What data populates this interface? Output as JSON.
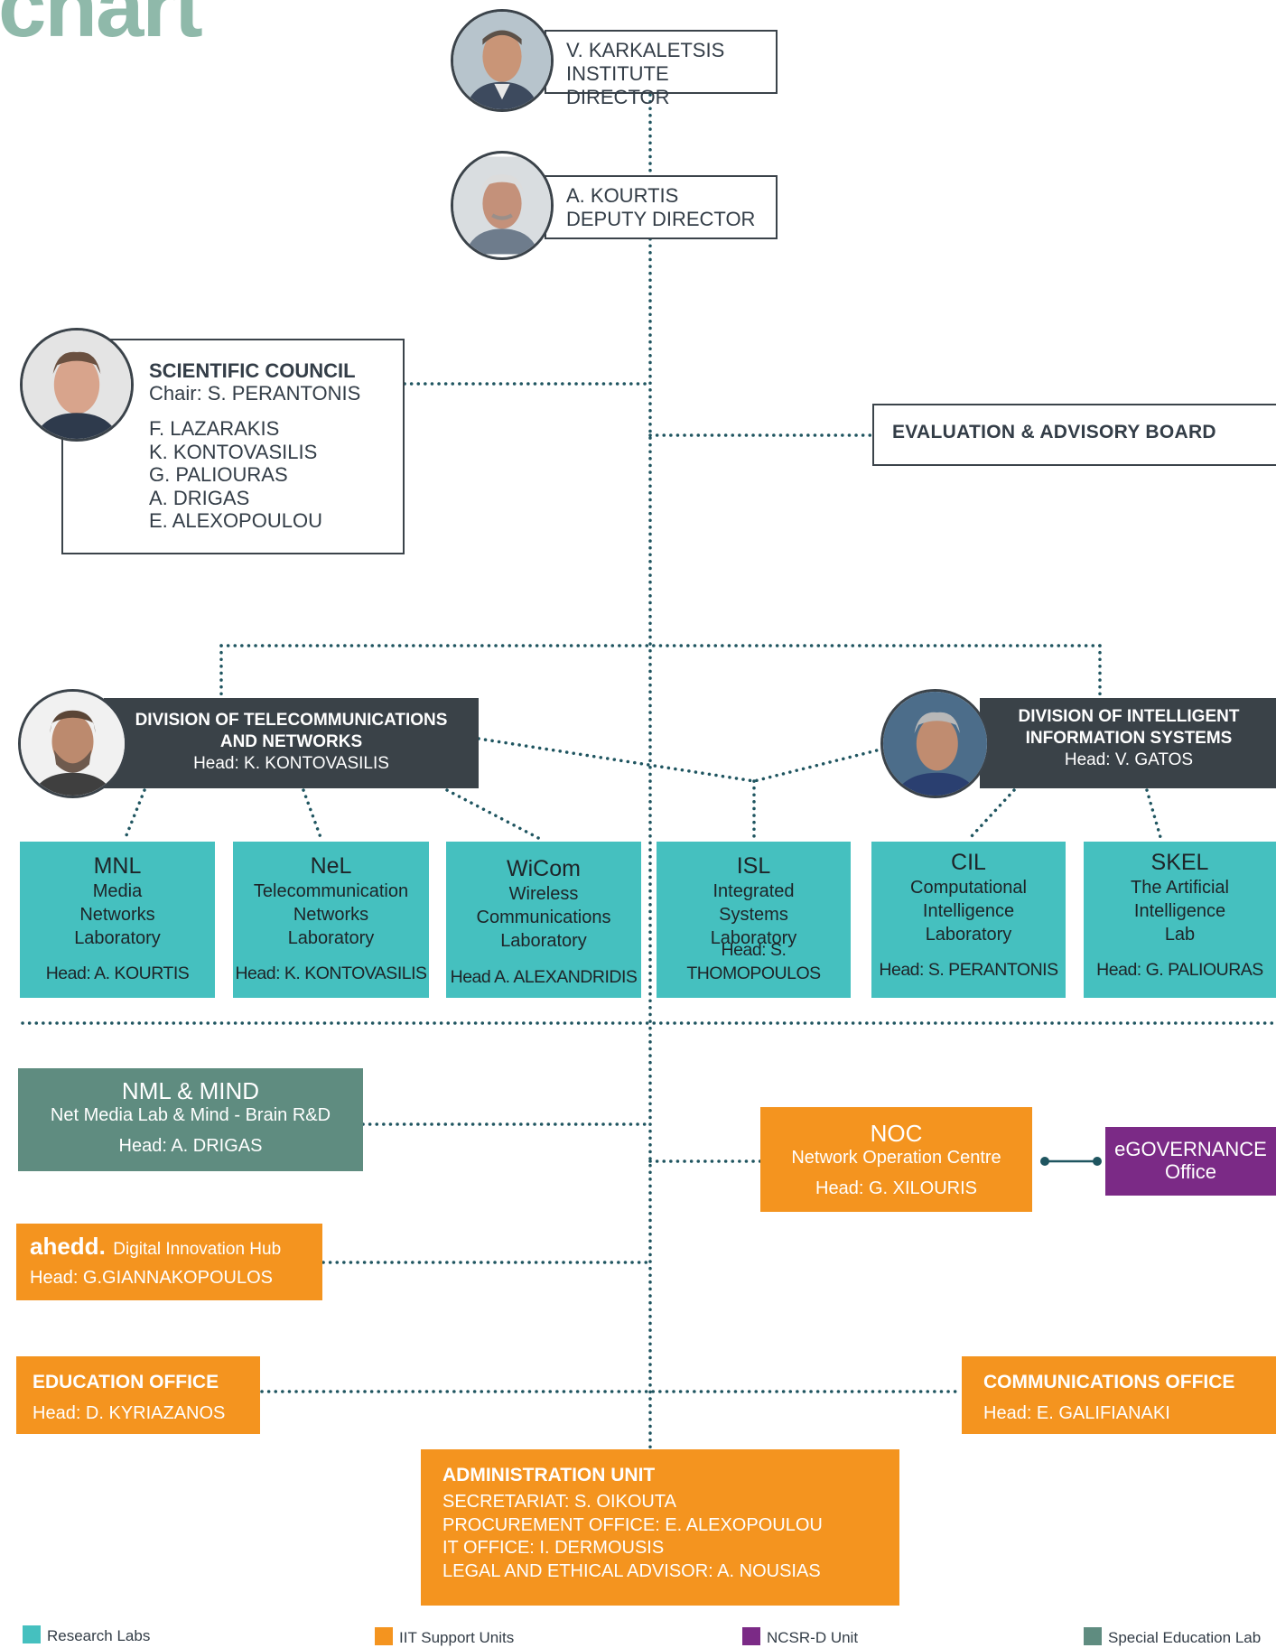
{
  "header": {
    "title_fragment": "chart"
  },
  "director": {
    "name": "V. KARKALETSIS",
    "role": "INSTITUTE DIRECTOR"
  },
  "deputy": {
    "name": "A. KOURTIS",
    "role": "DEPUTY DIRECTOR"
  },
  "council": {
    "title": "SCIENTIFIC COUNCIL",
    "chair": "Chair: S. PERANTONIS",
    "members": [
      "F. LAZARAKIS",
      "K. KONTOVASILIS",
      "G. PALIOURAS",
      "A. DRIGAS",
      "E. ALEXOPOULOU"
    ]
  },
  "eval_board": {
    "title": "EVALUATION & ADVISORY BOARD"
  },
  "divisions": {
    "telecom": {
      "line1": "DIVISION OF TELECOMMUNICATIONS",
      "line2": "AND NETWORKS",
      "head": "Head: K. KONTOVASILIS"
    },
    "intelligent": {
      "line1": "DIVISION OF INTELLIGENT",
      "line2": "INFORMATION SYSTEMS",
      "head": "Head: V. GATOS"
    }
  },
  "labs": [
    {
      "code": "MNL",
      "lines": [
        "Media",
        "Networks",
        "Laboratory"
      ],
      "head": "Head: A. KOURTIS"
    },
    {
      "code": "NeL",
      "lines": [
        "Telecommunication",
        "Networks",
        "Laboratory"
      ],
      "head": "Head: K. KONTOVASILIS"
    },
    {
      "code": "WiCom",
      "lines": [
        "Wireless",
        "Communications",
        "Laboratory"
      ],
      "head": "Head A. ALEXANDRIDIS"
    },
    {
      "code": "ISL",
      "lines": [
        "Integrated",
        "Systems",
        "Laboratory"
      ],
      "head": "Head: S. THOMOPOULOS"
    },
    {
      "code": "CIL",
      "lines": [
        "Computational",
        "Intelligence",
        "Laboratory"
      ],
      "head": "Head: S. PERANTONIS"
    },
    {
      "code": "SKEL",
      "lines": [
        "The Artificial",
        "Intelligence",
        "Lab"
      ],
      "head": "Head: G. PALIOURAS"
    }
  ],
  "nml": {
    "title": "NML & MIND",
    "subtitle": "Net Media Lab & Mind - Brain R&D",
    "head": "Head: A. DRIGAS"
  },
  "noc": {
    "title": "NOC",
    "subtitle": "Network Operation Centre",
    "head": "Head: G. XILOURIS"
  },
  "egov": {
    "line1": "eGOVERNANCE",
    "line2": "Office"
  },
  "ahedd": {
    "logo": "ahedd.",
    "subtitle": "Digital Innovation Hub",
    "head": "Head: G.GIANNAKOPOULOS"
  },
  "education": {
    "title": "EDUCATION OFFICE",
    "head": "Head: D. KYRIAZANOS"
  },
  "communications": {
    "title": "COMMUNICATIONS OFFICE",
    "head": "Head: E. GALIFIANAKI"
  },
  "admin": {
    "title": "ADMINISTRATION UNIT",
    "lines": [
      "SECRETARIAT: S. OIKOUTA",
      "PROCUREMENT OFFICE: E. ALEXOPOULOU",
      "IT OFFICE: I. DERMOUSIS",
      "LEGAL AND ETHICAL ADVISOR: A. NOUSIAS"
    ]
  },
  "legend": [
    {
      "label": "Research Labs",
      "color": "#45c0bf"
    },
    {
      "label": "IIT Support Units",
      "color": "#f4941f"
    },
    {
      "label": "NCSR-D Unit",
      "color": "#7b2a86"
    },
    {
      "label": "Special Education Lab",
      "color": "#5f8c80"
    }
  ],
  "colors": {
    "connector": "#1f5560",
    "dark_box": "#3a4248",
    "research_lab": "#45c0bf",
    "support_unit": "#f4941f",
    "ncsr_unit": "#7b2a86",
    "special_lab": "#5f8c80"
  }
}
